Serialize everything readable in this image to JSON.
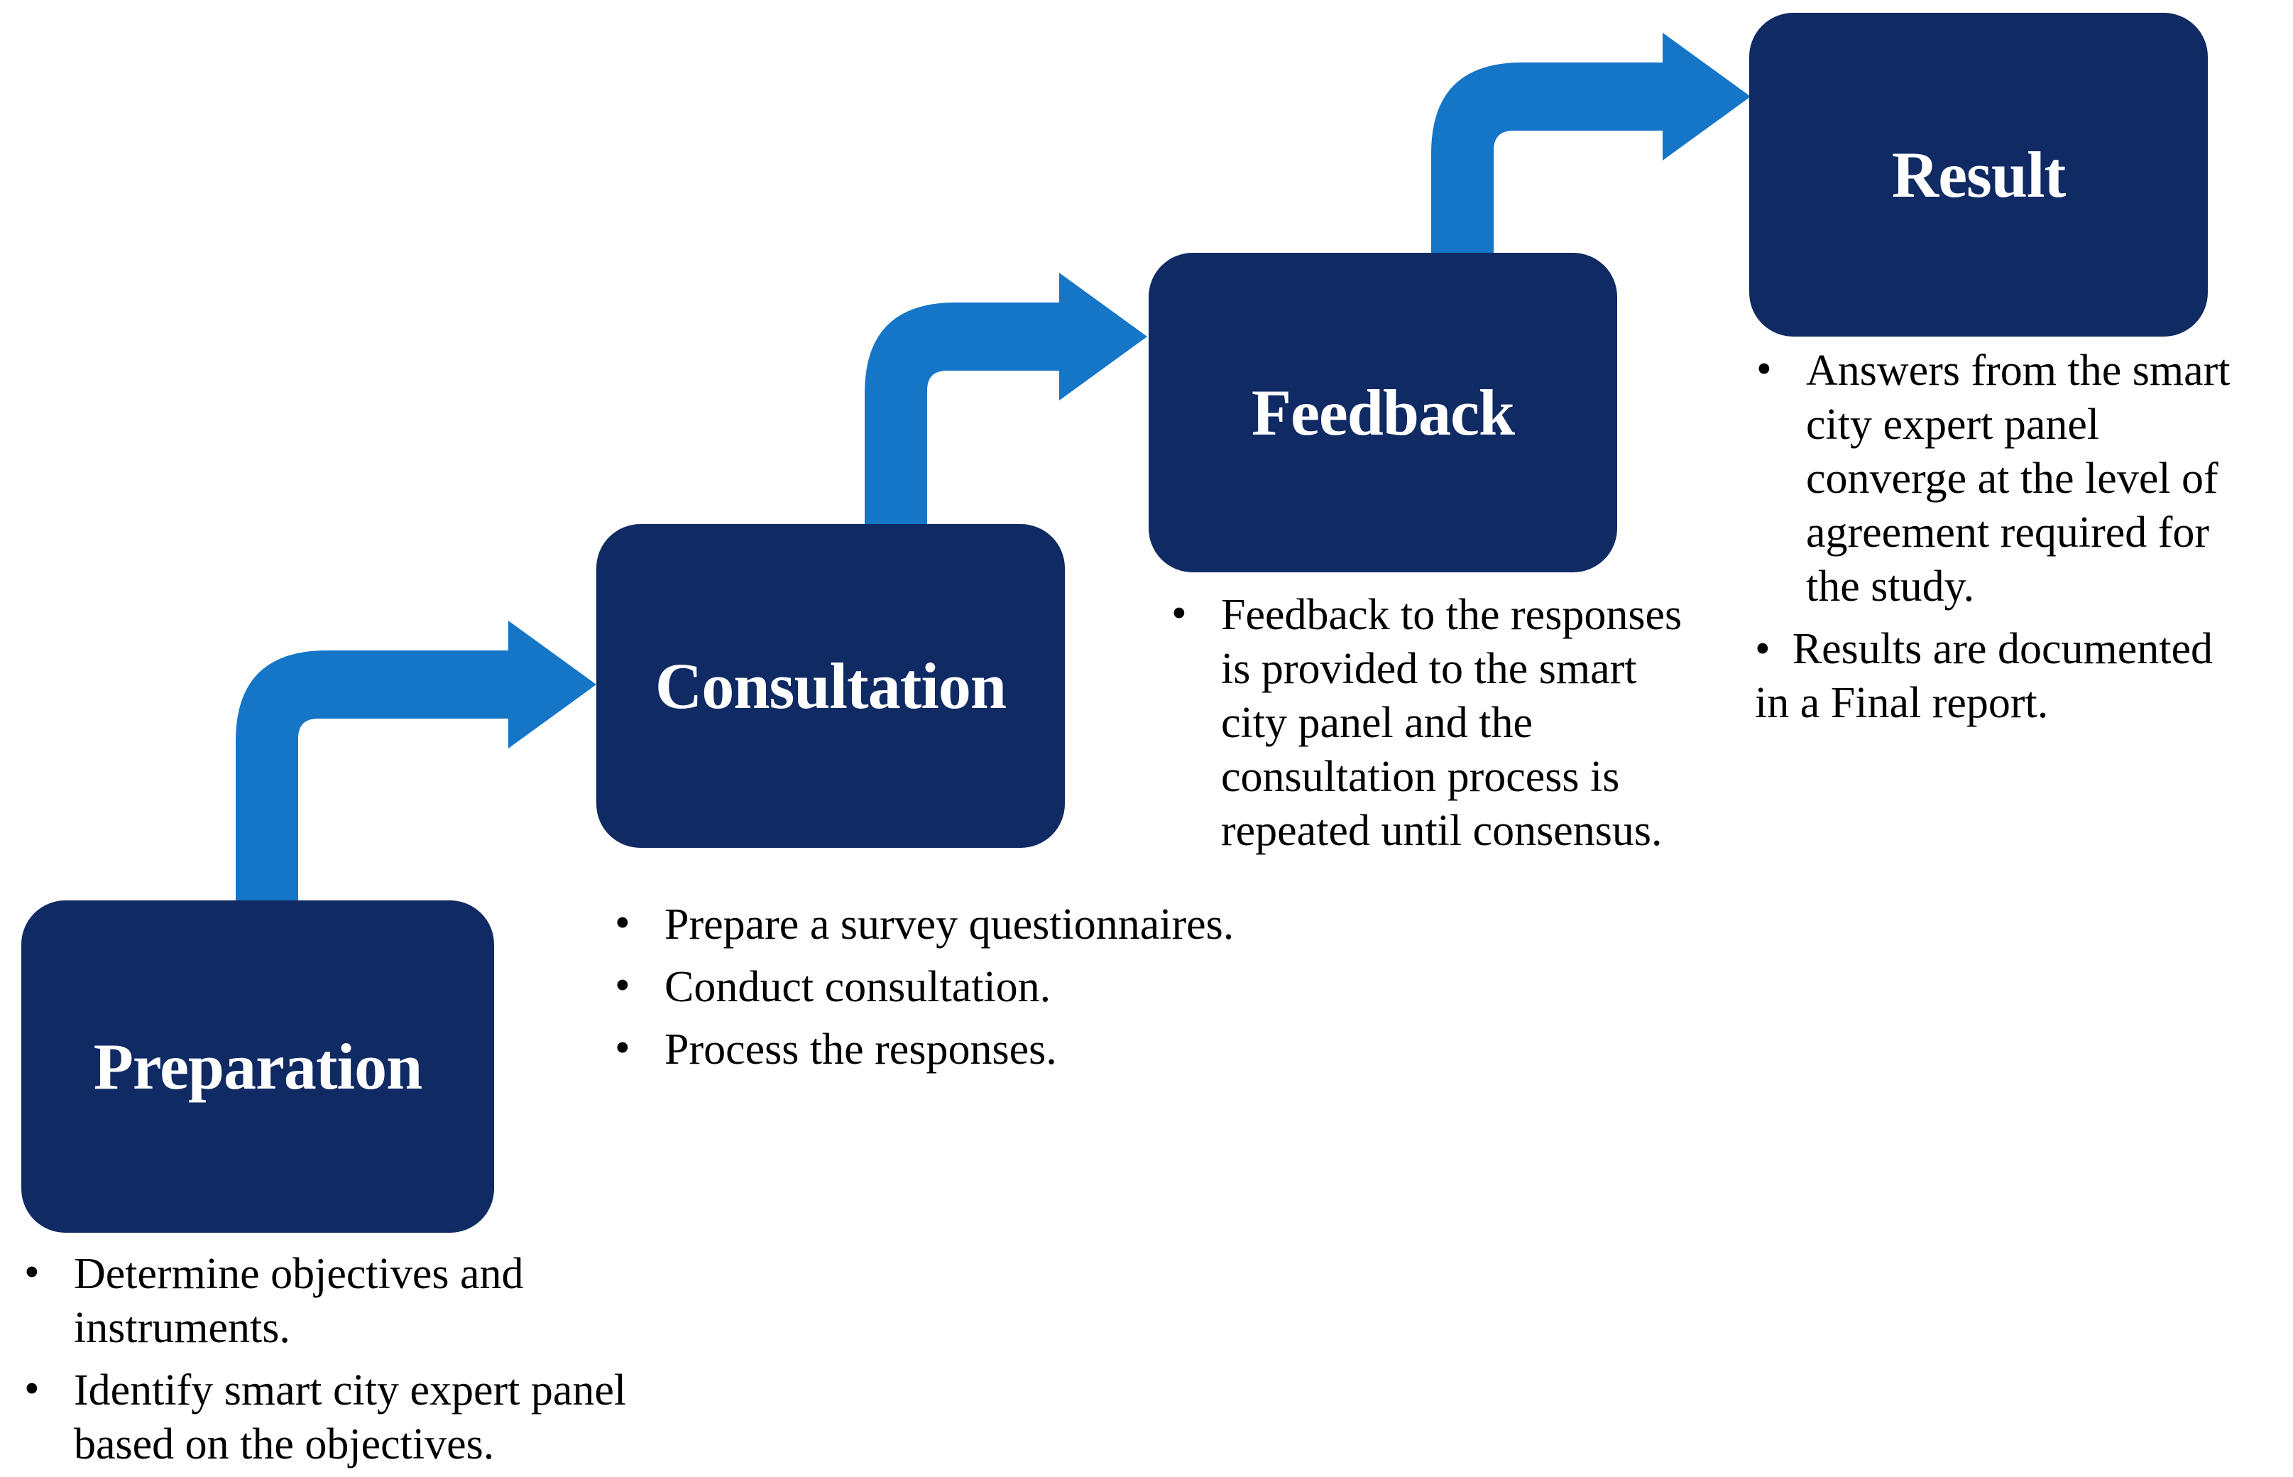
{
  "figure": {
    "type": "stepped-process-diagram",
    "background": "#ffffff",
    "box_color": "#102a64",
    "arrow_color": "#1576c8",
    "title_color": "#ffffff",
    "text_color": "#000000",
    "bullet_char": "•",
    "flow": [
      "Preparation",
      "Consultation",
      "Feedback",
      "Result"
    ],
    "stages": [
      {
        "title": "Preparation",
        "bullets": [
          "Determine objectives and\ninstruments.",
          "Identify smart city expert panel\nbased on the objectives."
        ]
      },
      {
        "title": "Consultation",
        "bullets": [
          "Prepare a survey questionnaires.",
          "Conduct consultation.",
          "Process the responses."
        ]
      },
      {
        "title": "Feedback",
        "bullets": [
          "Feedback to the responses\nis provided to the smart\ncity panel and the\nconsultation process is\nrepeated until consensus."
        ]
      },
      {
        "title": "Result",
        "bullets": [
          "Answers from the smart\ncity expert panel\nconverge at the level of\nagreement required for\nthe study.",
          "Results are documented\nin a Final report."
        ]
      }
    ]
  }
}
